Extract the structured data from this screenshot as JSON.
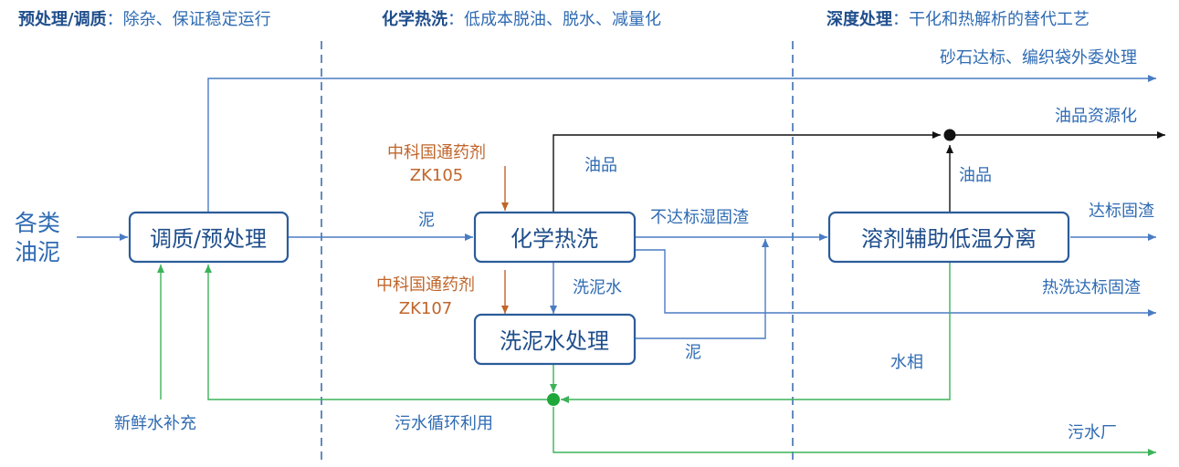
{
  "stages": [
    {
      "title": "预处理/调质",
      "desc": "：除杂、保证稳定运行"
    },
    {
      "title": "化学热洗",
      "desc": "：低成本脱油、脱水、减量化"
    },
    {
      "title": "深度处理",
      "desc": "：干化和热解析的替代工艺"
    }
  ],
  "nodes": {
    "input_line1": "各类",
    "input_line2": "油泥",
    "pretreat": "调质/预处理",
    "chem_wash": "化学热洗",
    "wash_water": "洗泥水处理",
    "solvent": "溶剂辅助低温分离"
  },
  "agents": {
    "zk105_line1": "中科国通药剂",
    "zk105_line2": "ZK105",
    "zk107_line1": "中科国通药剂",
    "zk107_line2": "ZK107"
  },
  "labels": {
    "sand_out": "砂石达标、编织袋外委处理",
    "oil_resource": "油品资源化",
    "oil_from_wash": "油品",
    "oil_from_solvent": "油品",
    "mud": "泥",
    "unqualified": "不达标湿固渣",
    "qualified_solid": "达标固渣",
    "wash_water_label": "洗泥水",
    "hot_wash_solid": "热洗达标固渣",
    "mud2": "泥",
    "water_phase": "水相",
    "fresh_water": "新鲜水补充",
    "recycle": "污水循环利用",
    "sewage": "污水厂"
  },
  "colors": {
    "blue_flow": "#4a7cc4",
    "oil_flow": "#111111",
    "water_flow": "#3cb35a",
    "agent": "#c0652a",
    "box_border": "#2b5c9a"
  }
}
